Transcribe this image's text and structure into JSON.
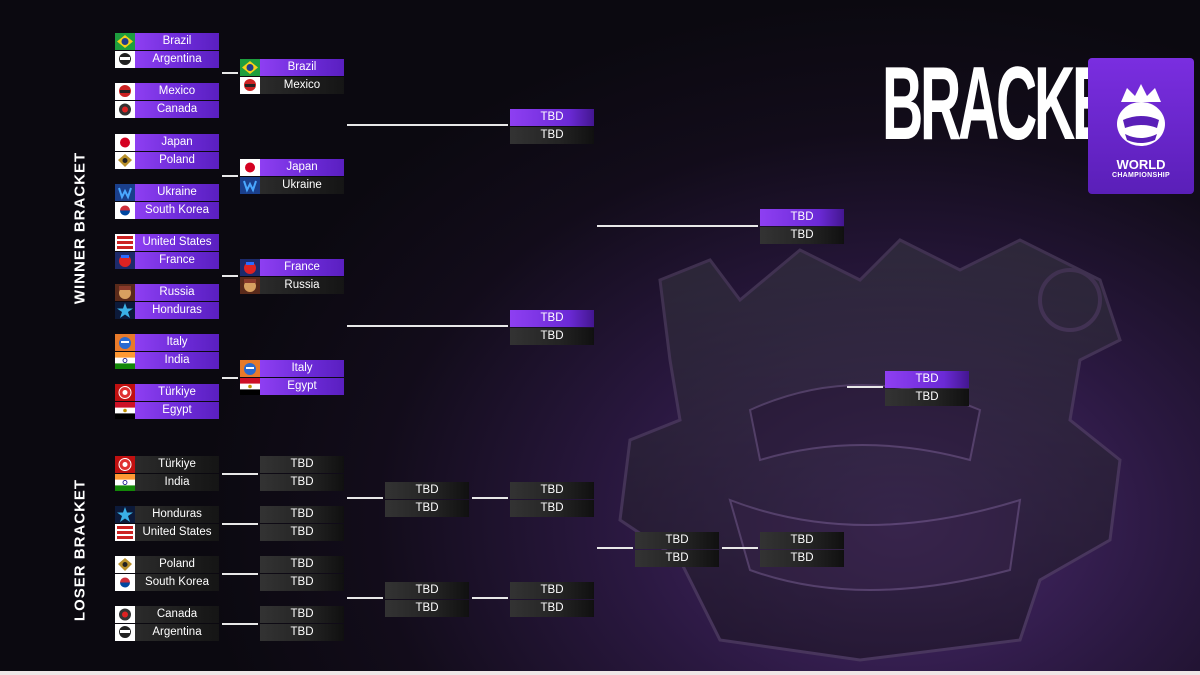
{
  "title": "BRACKET",
  "logo": {
    "line1": "WORLD",
    "line2": "CHAMPIONSHIP",
    "icon": "king-crown-logo-icon"
  },
  "labels": {
    "winner": "WINNER BRACKET",
    "loser": "LOSER BRACKET"
  },
  "colors": {
    "accent": "#7b33e8",
    "dark_slot": "#1f1f1f",
    "line": "#e8e8e8"
  },
  "winner_round1": [
    [
      "Brazil",
      "Argentina"
    ],
    [
      "Mexico",
      "Canada"
    ],
    [
      "Japan",
      "Poland"
    ],
    [
      "Ukraine",
      "South Korea"
    ],
    [
      "United States",
      "France"
    ],
    [
      "Russia",
      "Honduras"
    ],
    [
      "Italy",
      "India"
    ],
    [
      "Türkiye",
      "Egypt"
    ]
  ],
  "winner_round2": [
    [
      "Brazil",
      "Mexico"
    ],
    [
      "Japan",
      "Ukraine"
    ],
    [
      "France",
      "Russia"
    ],
    [
      "Italy",
      "Egypt"
    ]
  ],
  "winner_round3": [
    [
      "TBD",
      "TBD"
    ],
    [
      "TBD",
      "TBD"
    ]
  ],
  "winner_final": [
    "TBD",
    "TBD"
  ],
  "grand_final": [
    "TBD",
    "TBD"
  ],
  "loser_round1": [
    [
      "Türkiye",
      "India"
    ],
    [
      "Honduras",
      "United States"
    ],
    [
      "Poland",
      "South Korea"
    ],
    [
      "Canada",
      "Argentina"
    ]
  ],
  "loser_round2": [
    [
      "TBD",
      "TBD"
    ],
    [
      "TBD",
      "TBD"
    ],
    [
      "TBD",
      "TBD"
    ],
    [
      "TBD",
      "TBD"
    ]
  ],
  "loser_round3": [
    [
      "TBD",
      "TBD"
    ],
    [
      "TBD",
      "TBD"
    ]
  ],
  "loser_round4": [
    [
      "TBD",
      "TBD"
    ],
    [
      "TBD",
      "TBD"
    ]
  ],
  "loser_round5": [
    "TBD",
    "TBD"
  ],
  "loser_final": [
    "TBD",
    "TBD"
  ]
}
